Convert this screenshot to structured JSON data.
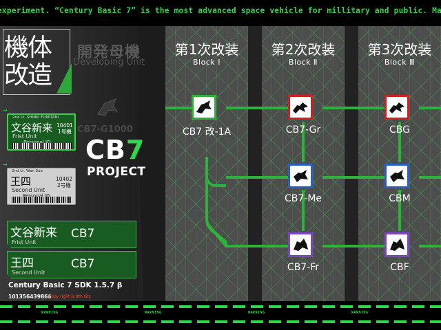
{
  "ticker": "experiment. “Century Basic 7” is the most advanced space vehicle for millitary and public. Mad",
  "warning_label": "WARNING",
  "sidebar": {
    "title": "機体改造",
    "dev_title": "開発母機",
    "dev_sub": "Developing Unit",
    "ghost_code": "CB7-G1000",
    "logo_main": "CB",
    "logo_num": "7",
    "logo_sub": "PROJECT"
  },
  "cards": [
    {
      "rank": "2nd Lt. SHINKI FUMITANI",
      "name": "文谷新来",
      "num": "10401",
      "num2": "1号機",
      "unit": "Frist Unit",
      "pid": "Personal ID"
    },
    {
      "rank": "2nd Lt. Wan Sue",
      "name": "王四",
      "num": "10402",
      "num2": "2号機",
      "unit": "Second Unit",
      "pid": "Personal ID"
    }
  ],
  "pilots": [
    {
      "name": "文谷新来",
      "unit": "Frist Unit",
      "mech": "CB7"
    },
    {
      "name": "王四",
      "unit": "Second Unit",
      "mech": "CB7"
    }
  ],
  "footer": {
    "sdk": "Century Basic 7 SDK 1.5.7 β",
    "serial": "101356439866",
    "copy": "Copy right is 9th Gtr."
  },
  "tree": {
    "columns": [
      {
        "title": "第1次改装",
        "sub": "Block Ⅰ"
      },
      {
        "title": "第2次改装",
        "sub": "Block Ⅱ"
      },
      {
        "title": "第3次改装",
        "sub": "Block Ⅲ"
      }
    ],
    "nodes": [
      {
        "label": "CB7 改-1A",
        "color": "green"
      },
      {
        "label": "CB7-Gr",
        "color": "red"
      },
      {
        "label": "CBG",
        "color": "red"
      },
      {
        "label": "CB7-Me",
        "color": "blue"
      },
      {
        "label": "CBM",
        "color": "blue"
      },
      {
        "label": "CB7-Fr",
        "color": "purple"
      },
      {
        "label": "CBF",
        "color": "purple"
      }
    ]
  }
}
